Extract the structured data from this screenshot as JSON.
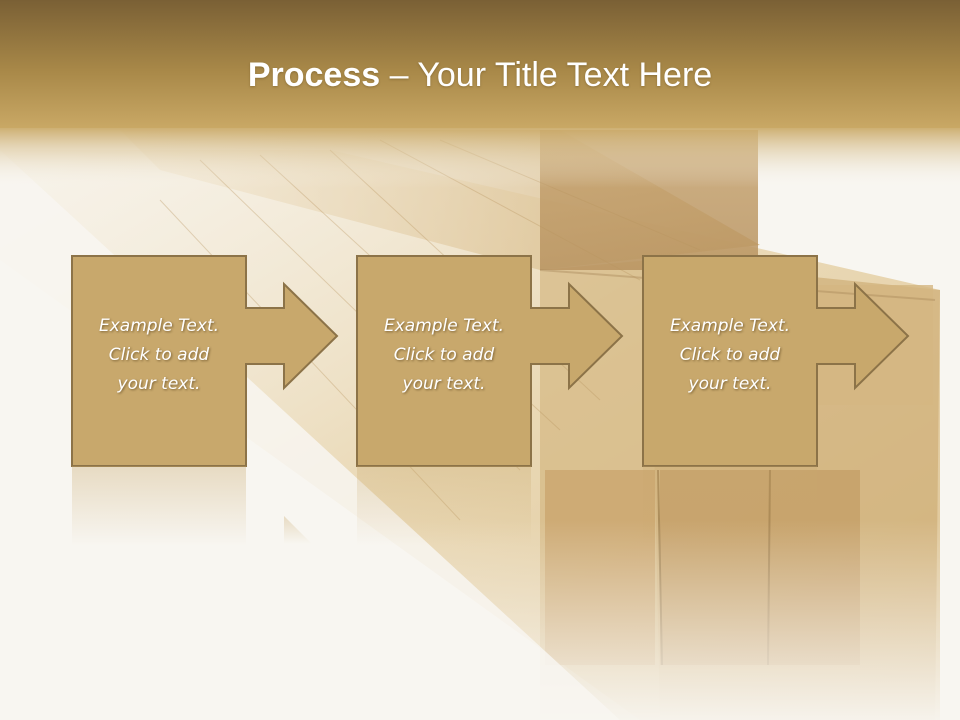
{
  "slide": {
    "title_bold": "Process",
    "title_rest": " – Your Title Text Here"
  },
  "steps": [
    {
      "line1": "Example Text.",
      "line2": "Click  to add",
      "line3": "your text."
    },
    {
      "line1": "Example Text.",
      "line2": "Click  to add",
      "line3": "your text."
    },
    {
      "line1": "Example Text.",
      "line2": "Click  to add",
      "line3": "your text."
    }
  ],
  "colors": {
    "banner_top": "#7c6236",
    "banner_bottom": "#c9a865",
    "box_fill": "#c8a86c",
    "box_border": "#8c7348",
    "wood_light": "#e2c99a",
    "wood_dark": "#b08e56"
  }
}
